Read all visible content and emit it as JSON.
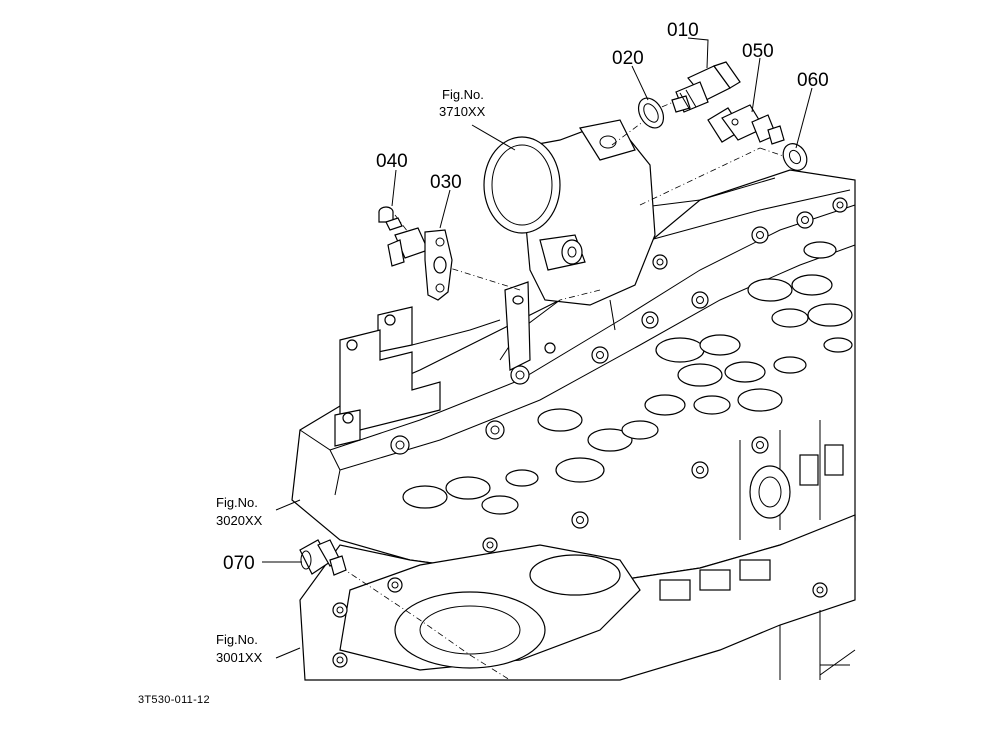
{
  "callouts": {
    "p010": "010",
    "p020": "020",
    "p030": "030",
    "p040": "040",
    "p050": "050",
    "p060": "060",
    "p070": "070"
  },
  "figrefs": {
    "f3710": {
      "line1": "Fig.No.",
      "line2": "3710XX"
    },
    "f3020": {
      "line1": "Fig.No.",
      "line2": "3020XX"
    },
    "f3001": {
      "line1": "Fig.No.",
      "line2": "3001XX"
    }
  },
  "drawing_number": "3T530-011-12"
}
